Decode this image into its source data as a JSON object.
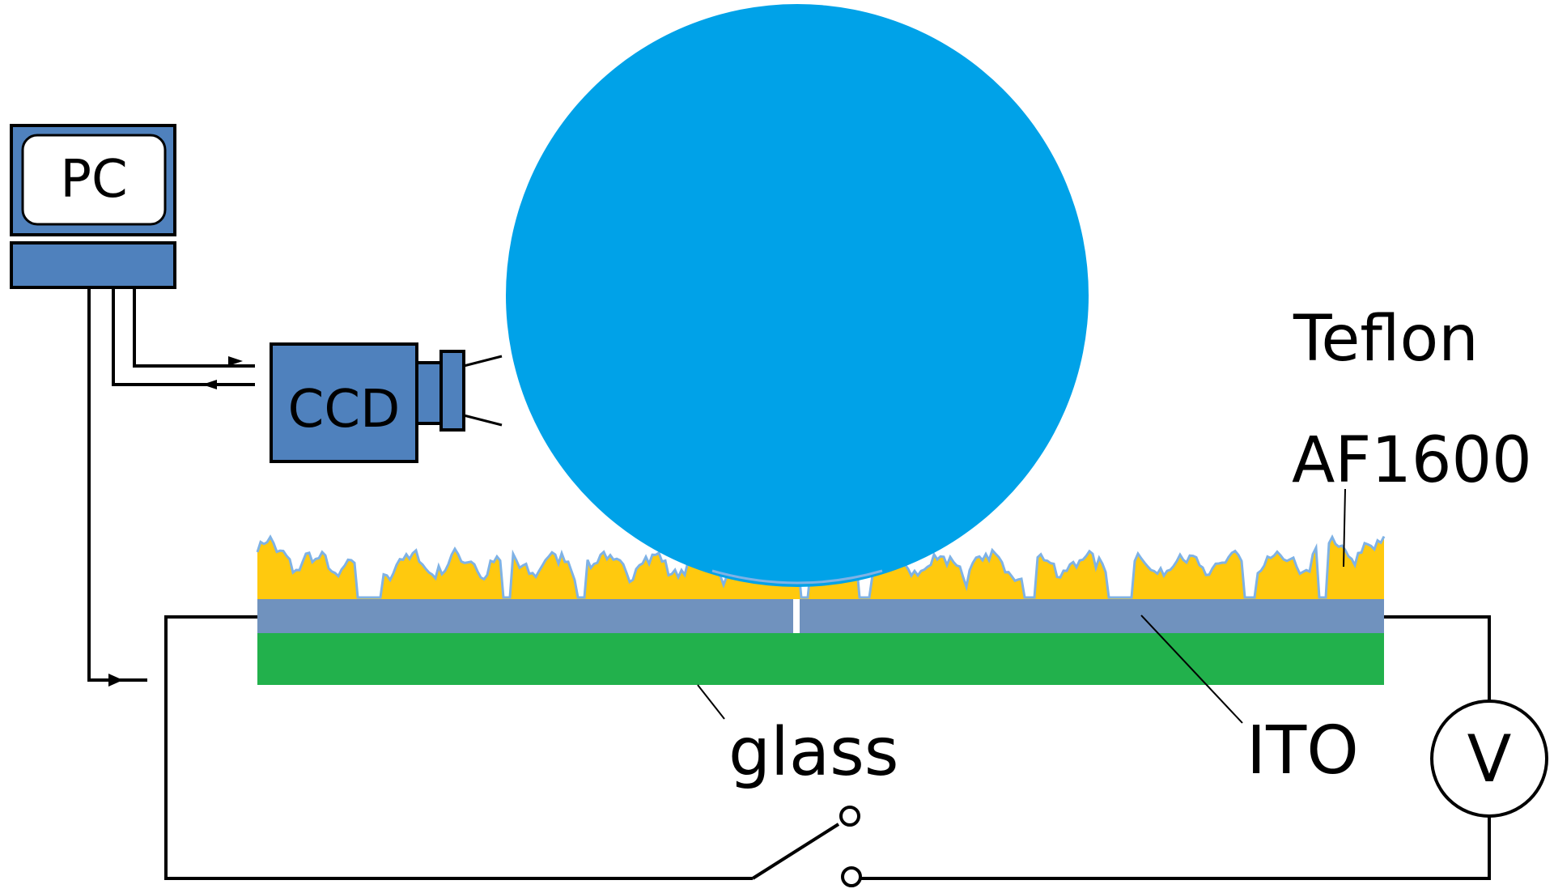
{
  "labels": {
    "pc": "PC",
    "ccd": "CCD",
    "teflon": "Teflon",
    "af1600": "AF1600",
    "glass": "glass",
    "ito": "ITO",
    "voltmeter": "V"
  },
  "colors": {
    "droplet": "#00A2E8",
    "device_fill": "#4F81BD",
    "ito": "#7092BE",
    "glass": "#22B14C",
    "teflon": "#FFC90E",
    "teflon_edge": "#7FB2E5",
    "wire": "#000000"
  },
  "icons": {
    "voltmeter": "voltmeter-icon",
    "switch": "switch-icon",
    "camera": "camera-icon",
    "computer": "computer-icon"
  }
}
